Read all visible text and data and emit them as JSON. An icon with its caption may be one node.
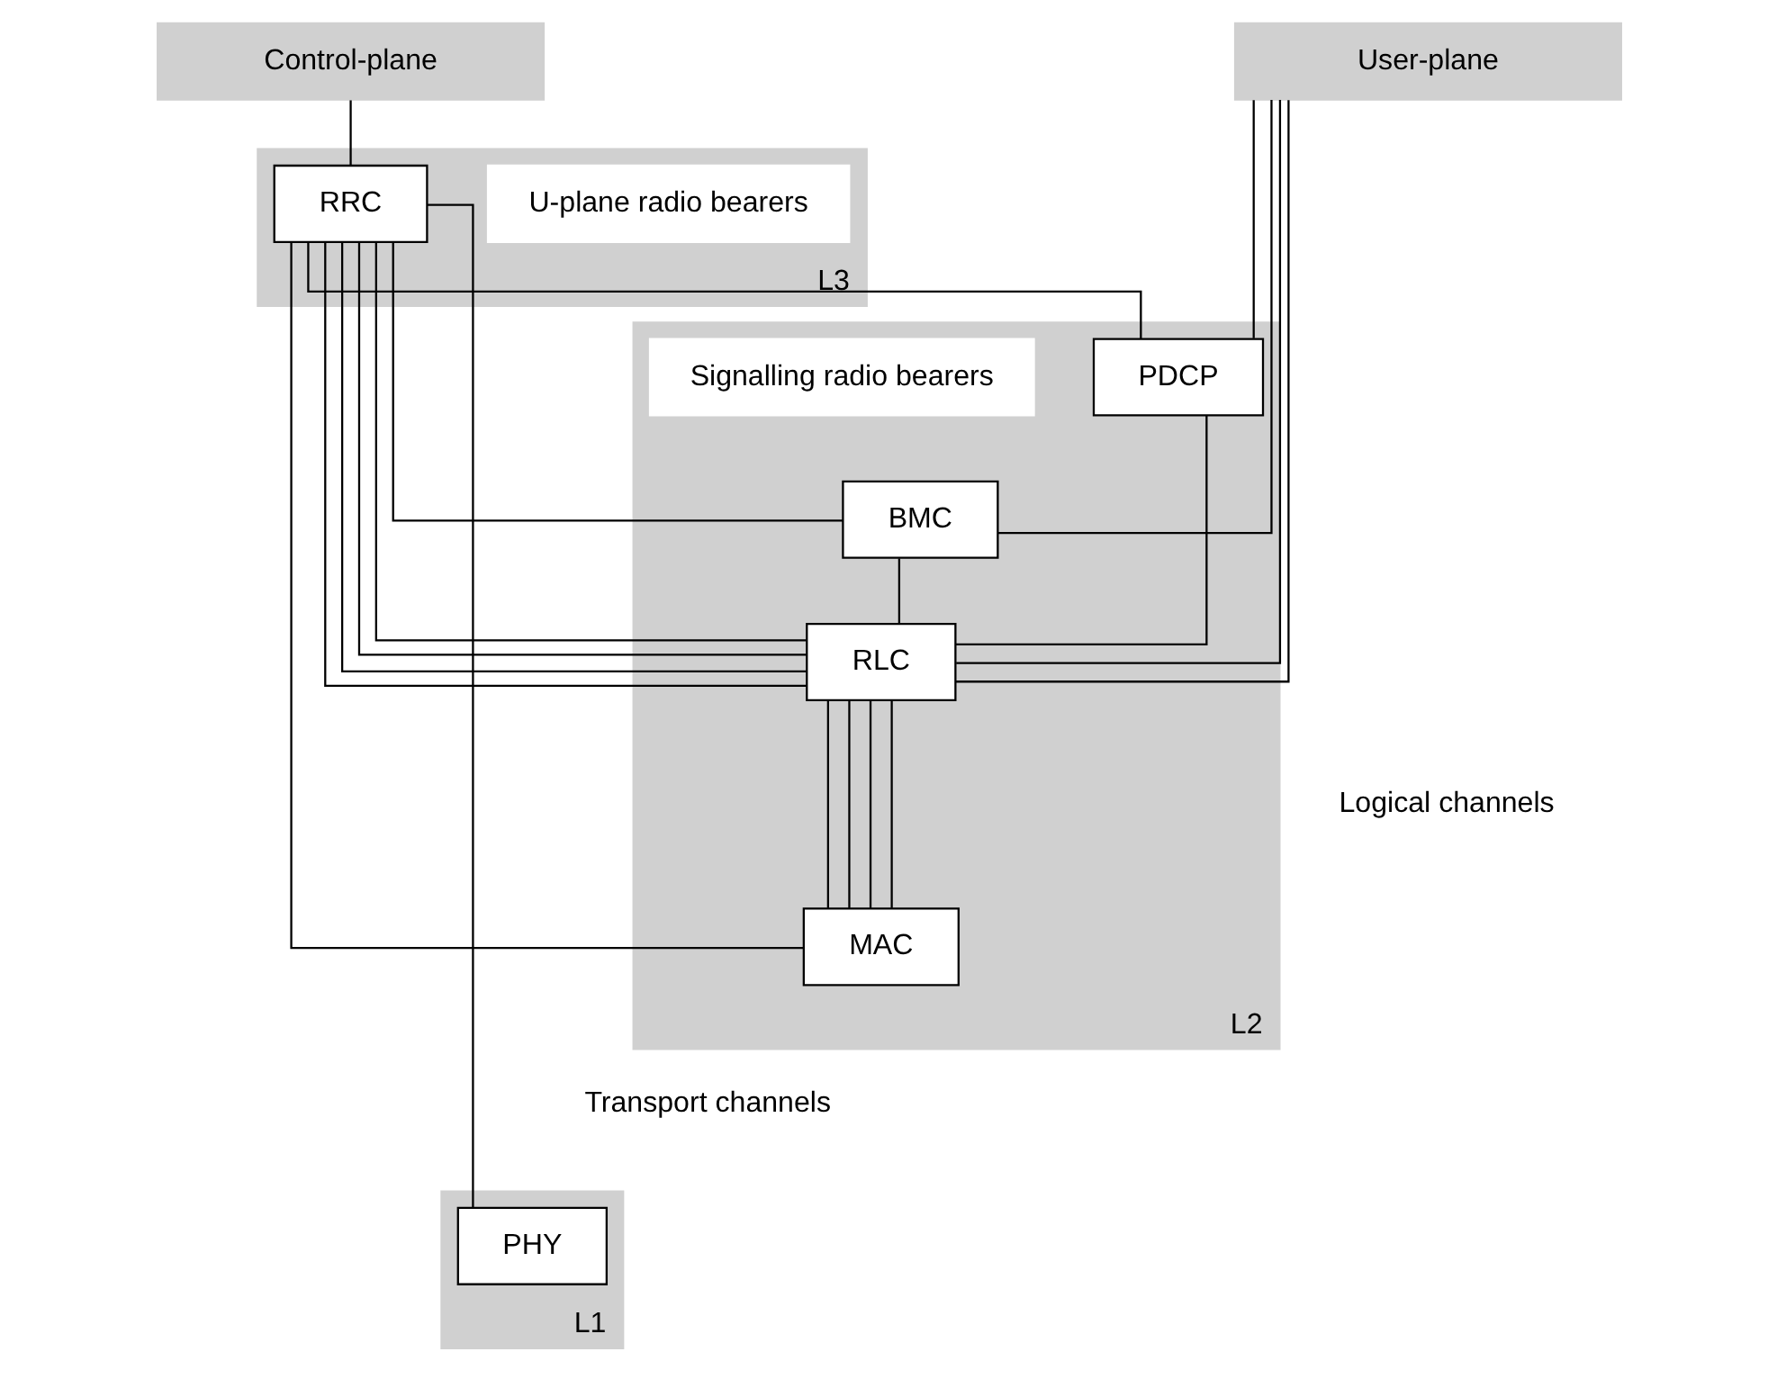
{
  "diagram": {
    "nodes": [
      {
        "text": [
          "Control-plane"
        ]
      },
      {
        "text": [
          "User-plane"
        ]
      },
      {
        "text": [
          "L3"
        ]
      },
      {
        "text": [
          "L2"
        ]
      },
      {
        "text": [
          "L1"
        ]
      },
      {
        "text": [
          "RRC"
        ],
        "in": 2
      },
      {
        "text": [
          "U-plane radio bearers"
        ],
        "in": 2
      },
      {
        "text": [
          "Signalling radio bearers"
        ],
        "in": 3
      },
      {
        "text": [
          "PDCP"
        ],
        "in": 3
      },
      {
        "text": [
          "BMC"
        ],
        "in": 3
      },
      {
        "text": [
          "RLC"
        ],
        "in": 3
      },
      {
        "text": [
          "MAC"
        ],
        "in": 3
      },
      {
        "text": [
          "PHY"
        ],
        "in": 4
      }
    ],
    "edges": [
      {
        "from": 0,
        "to": 5,
        "arrow": "none"
      },
      {
        "from": 5,
        "to": 12,
        "arrow": "none"
      },
      {
        "from": 5,
        "to": 11,
        "arrow": "none"
      },
      {
        "from": 5,
        "to": 10,
        "arrow": "none"
      },
      {
        "from": 5,
        "to": 9,
        "arrow": "none"
      },
      {
        "from": 5,
        "to": 8,
        "arrow": "none"
      },
      {
        "from": 5,
        "to": 10,
        "arrow": "none"
      },
      {
        "from": 5,
        "to": 10,
        "arrow": "none"
      },
      {
        "from": 5,
        "to": 10,
        "arrow": "none"
      },
      {
        "from": 1,
        "to": 8,
        "arrow": "none"
      },
      {
        "from": 1,
        "to": 9,
        "arrow": "none"
      },
      {
        "from": 1,
        "to": 10,
        "arrow": "none"
      },
      {
        "from": 1,
        "to": 10,
        "arrow": "none"
      },
      {
        "from": 8,
        "to": 10,
        "arrow": "none"
      },
      {
        "from": 9,
        "to": 10,
        "arrow": "none"
      },
      {
        "from": 10,
        "to": 11,
        "arrow": "none"
      },
      {
        "from": 10,
        "to": 11,
        "arrow": "none"
      },
      {
        "from": 10,
        "to": 11,
        "arrow": "none"
      },
      {
        "from": 10,
        "to": 11,
        "arrow": "none"
      }
    ],
    "labels": [
      "Logical channels",
      "Transport channels"
    ]
  }
}
